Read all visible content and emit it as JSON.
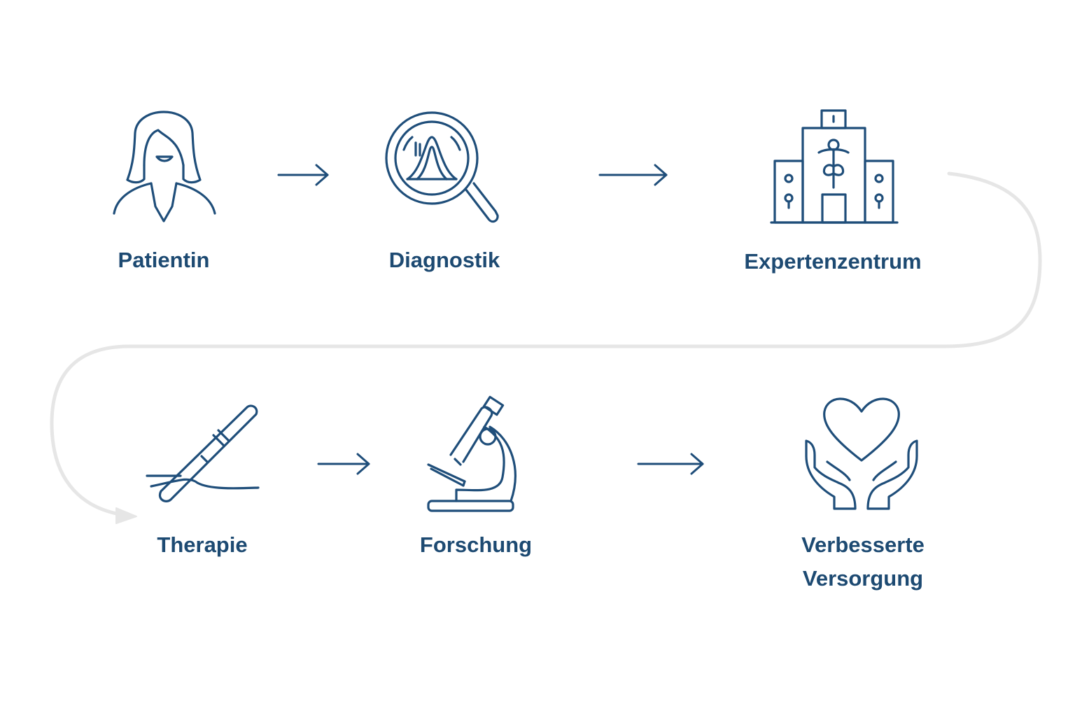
{
  "colors": {
    "primary": "#1f4e7a",
    "label": "#1d4a72",
    "connector": "#e6e6e6",
    "background": "#ffffff"
  },
  "steps": [
    {
      "label": "Patientin",
      "icon": "woman-icon"
    },
    {
      "label": "Diagnostik",
      "icon": "magnifier-icon"
    },
    {
      "label": "Expertenzentrum",
      "icon": "hospital-icon"
    },
    {
      "label": "Therapie",
      "icon": "syringe-icon"
    },
    {
      "label": "Forschung",
      "icon": "microscope-icon"
    },
    {
      "label": "Verbesserte Versorgung",
      "label_lines": [
        "Verbesserte",
        "Versorgung"
      ],
      "icon": "heart-hands-icon"
    }
  ]
}
